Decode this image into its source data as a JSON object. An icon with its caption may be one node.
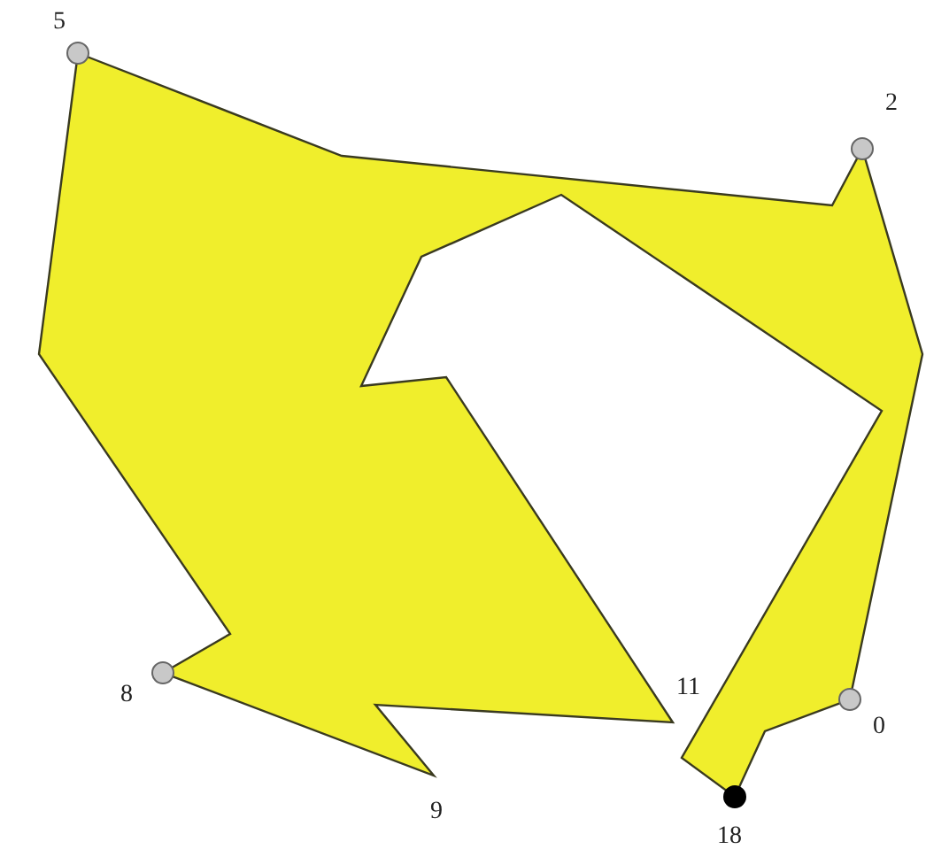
{
  "diagram": {
    "labels": [
      "5",
      "2",
      "8",
      "11",
      "0",
      "9",
      "18"
    ]
  }
}
